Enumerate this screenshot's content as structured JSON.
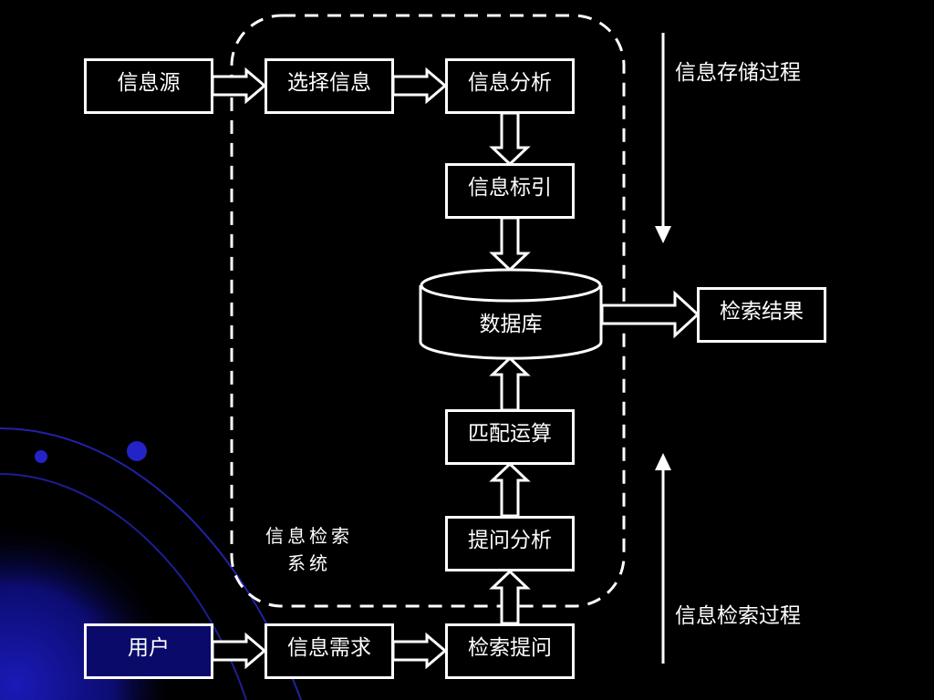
{
  "diagram": {
    "nodes": {
      "source": "信息源",
      "select": "选择信息",
      "analysis": "信息分析",
      "index": "信息标引",
      "database": "数据库",
      "result": "检索结果",
      "match": "匹配运算",
      "query_analysis": "提问分析",
      "user": "用户",
      "need": "信息需求",
      "query": "检索提问"
    },
    "system_label": [
      "信息检索",
      "系统"
    ],
    "storage_process_label": "信息存储过程",
    "retrieval_process_label": "信息检索过程"
  },
  "colors": {
    "background": "#000000",
    "stroke": "#ffffff",
    "accent": "#1a1ab0"
  }
}
